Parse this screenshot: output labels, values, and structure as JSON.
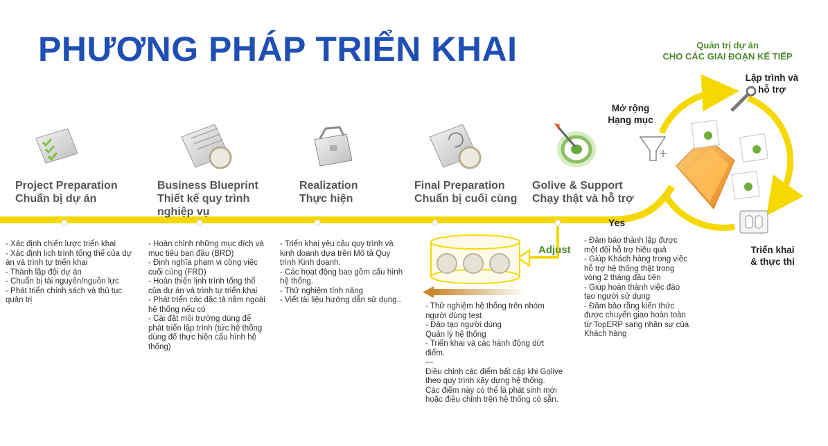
{
  "title": "PHƯƠNG PHÁP TRIỂN KHAI",
  "colors": {
    "title": "#1f4fb4",
    "timeline": "#f5d800",
    "green_text": "#4e8a2f",
    "arrow_orange": "#c8882b"
  },
  "phases": [
    {
      "name_en": "Project Preparation",
      "name_vi": "Chuẩn bị dự án",
      "icon": "checklist-icon",
      "description": "- Xác định chiến lược triển khai\n- Xác định lịch trình tổng thể của dự án và trình tự triển khai\n- Thành lập đội dự án\n- Chuẩn bị tài nguyên/nguồn lực\n- Phát triển chính sách và thủ tục quản trị"
    },
    {
      "name_en": "Business Blueprint",
      "name_vi": "Thiết kế quy trình nghiệp vụ",
      "icon": "document-coin-icon",
      "description": "- Hoàn chỉnh những mục đích và mục tiêu ban đầu (BRD)\n- Định nghĩa phạm vi công việc cuối cùng (FRD)\n- Hoàn thiện lịnh trình tổng thể của dự án và trình tự triển khai\n- Phát triển các đặc tả nằm ngoài hệ thống nếu có\n- Cài đặt môi trường dùng để phát triển lập trình (tức hệ thống dùng để thực hiện cấu hình hệ thống)"
    },
    {
      "name_en": "Realization",
      "name_vi": "Thực hiện",
      "icon": "toolbox-icon",
      "description": "- Triển khai yêu cầu quy trình và kinh doanh dựa trên Mô tả Quy trình Kinh doanh.\n- Các hoạt động bao gồm cấu hình hệ thống.\n- Thử nghiệm tính năng\n- Viết tài liệu hướng dẫn sử dụng.."
    },
    {
      "name_en": "Final Preparation",
      "name_vi": "Chuẩn bị cuối cùng",
      "icon": "document-refresh-icon",
      "description": "- Thử nghiệm hệ thống trên nhóm người dùng test\n- Đào tạo người dùng\nQuản lý hệ thống\n- Triển khai và các hành động dứt điểm.\n---\nĐiều chỉnh các điểm bất cập khi Golive theo quy trình xây dựng hệ thống.\nCác điểm này có thể là phát sinh mới hoặc điều chỉnh trên hệ thống có sẵn."
    },
    {
      "name_en": "Golive & Support",
      "name_vi": "Chạy thật và hỗ trợ",
      "icon": "target-icon",
      "description": "- Đảm bảo thành lập được một đội hỗ trợ hiệu quả\n- Giúp Khách hàng trong việc hỗ trợ hệ thống thật trong vòng 2 tháng đầu tiên\n- Giúp hoàn thành việc đào tạo người sử dụng\n- Đảm bảo rằng kiến thức được chuyển giao hoàn toàn từ TopERP sang nhân sự của Khách hàng"
    }
  ],
  "yes_label": "Yes",
  "adjust_label": "Adjust",
  "project_management": {
    "line1": "Quản trị dự án",
    "line2": "CHO CÁC GIAI ĐOẠN KẾ TIẾP"
  },
  "cycle": {
    "programming": {
      "line1": "Lập trình và",
      "line2": "hỗ trợ"
    },
    "expand": {
      "line1": "Mở rộng",
      "line2": "Hạng mục"
    },
    "deploy": {
      "line1": "Triển khai",
      "line2": "& thực thi"
    }
  }
}
